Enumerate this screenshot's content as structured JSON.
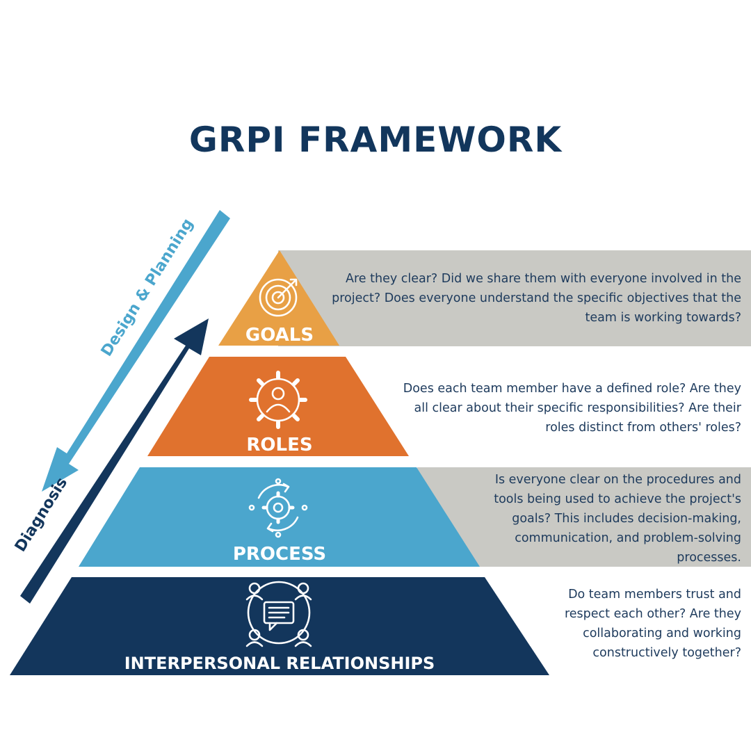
{
  "title": "GRPI FRAMEWORK",
  "arrows": {
    "design_planning": "Design & Planning",
    "diagnosis": "Diagnosis"
  },
  "layers": [
    {
      "label": "GOALS",
      "icon": "target-icon",
      "color": "#e8a045",
      "description": "Are they clear? Did we share them with everyone involved in the project? Does everyone understand the specific objectives that the team is working towards?"
    },
    {
      "label": "ROLES",
      "icon": "gear-person-icon",
      "color": "#e0722e",
      "description": "Does each team member have a defined role? Are they all clear about their specific responsibilities? Are their roles distinct from others' roles?"
    },
    {
      "label": "PROCESS",
      "icon": "gear-cycle-icon",
      "color": "#4ba6cd",
      "description": "Is everyone clear on the procedures and tools being used to achieve the project's goals? This includes decision-making, communication, and problem-solving processes."
    },
    {
      "label": "INTERPERSONAL RELATIONSHIPS",
      "icon": "team-chat-icon",
      "color": "#13365c",
      "description": "Do team members trust and respect each other? Are they collaborating and working constructively together?"
    }
  ],
  "colors": {
    "title": "#12365c",
    "band": "#c9c9c4",
    "design_arrow": "#4ba6cd",
    "diagnosis_arrow": "#13365c"
  }
}
